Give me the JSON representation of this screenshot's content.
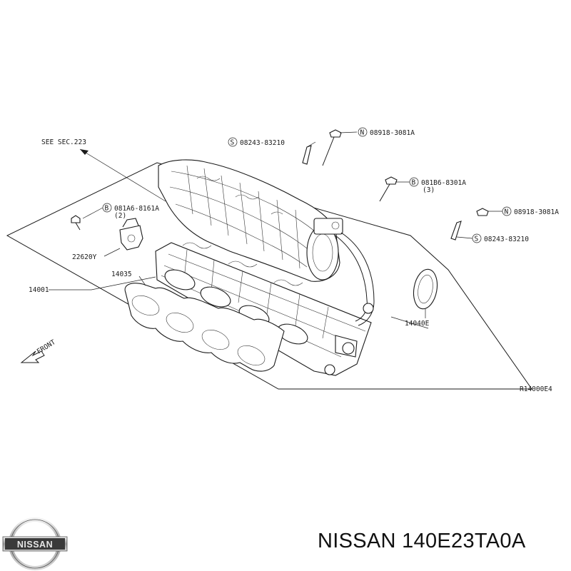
{
  "diagram": {
    "see_section": "SEE SEC.223",
    "front_label": "FRONT",
    "drawing_code": "R14000E4",
    "callouts": [
      {
        "id": "c1",
        "prefix": "S",
        "text": "08243-83210",
        "qty": ""
      },
      {
        "id": "c2",
        "prefix": "N",
        "text": "08918-3081A",
        "qty": ""
      },
      {
        "id": "c3",
        "prefix": "B",
        "text": "081B6-8301A",
        "qty": "(3)"
      },
      {
        "id": "c4",
        "prefix": "N",
        "text": "08918-3081A",
        "qty": ""
      },
      {
        "id": "c5",
        "prefix": "S",
        "text": "08243-83210",
        "qty": ""
      },
      {
        "id": "c6",
        "prefix": "B",
        "text": "081A6-8161A",
        "qty": "(2)"
      }
    ],
    "part_labels": {
      "sensor": "22620Y",
      "gasket": "14035",
      "manifold": "14001",
      "throttle_gasket": "14040E"
    }
  },
  "brand": {
    "logo_text": "NISSAN",
    "caption": "NISSAN 140E23TA0A"
  }
}
